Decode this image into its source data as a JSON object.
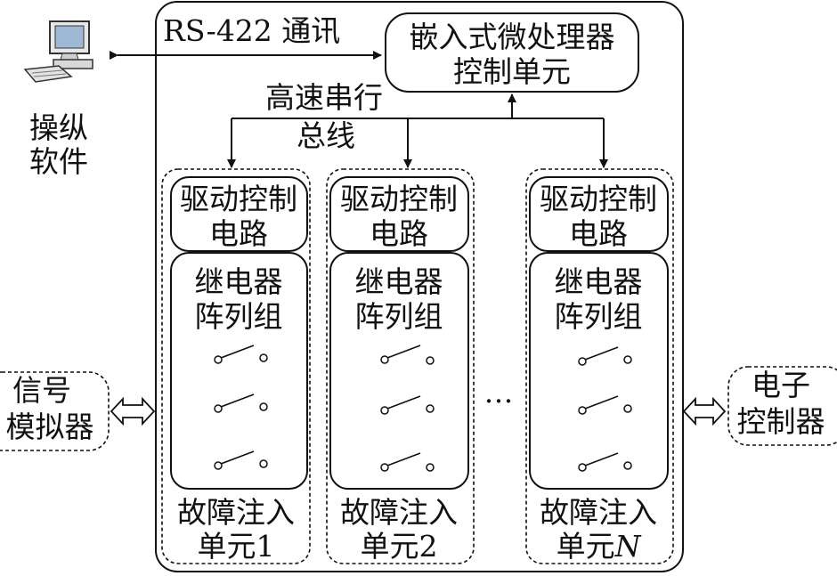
{
  "computer": {
    "label_line1": "操纵",
    "label_line2": "软件",
    "icon": "desktop-computer-icon"
  },
  "link_label": "RS-422 通讯",
  "controller": {
    "line1": "嵌入式微处理器",
    "line2": "控制单元"
  },
  "bus": {
    "line1": "高速串行",
    "line2": "总线"
  },
  "units": [
    {
      "driver_line1": "驱动控制",
      "driver_line2": "电路",
      "relay_line1": "继电器",
      "relay_line2": "阵列组",
      "name_line1": "故障注入",
      "name_prefix": "单元",
      "name_suffix": "1"
    },
    {
      "driver_line1": "驱动控制",
      "driver_line2": "电路",
      "relay_line1": "继电器",
      "relay_line2": "阵列组",
      "name_line1": "故障注入",
      "name_prefix": "单元",
      "name_suffix": "2"
    },
    {
      "driver_line1": "驱动控制",
      "driver_line2": "电路",
      "relay_line1": "继电器",
      "relay_line2": "阵列组",
      "name_line1": "故障注入",
      "name_prefix": "单元",
      "name_suffix": "N"
    }
  ],
  "ellipsis": "…",
  "left_device": {
    "line1": "信号",
    "line2": "模拟器"
  },
  "right_device": {
    "line1": "电子",
    "line2": "控制器"
  }
}
